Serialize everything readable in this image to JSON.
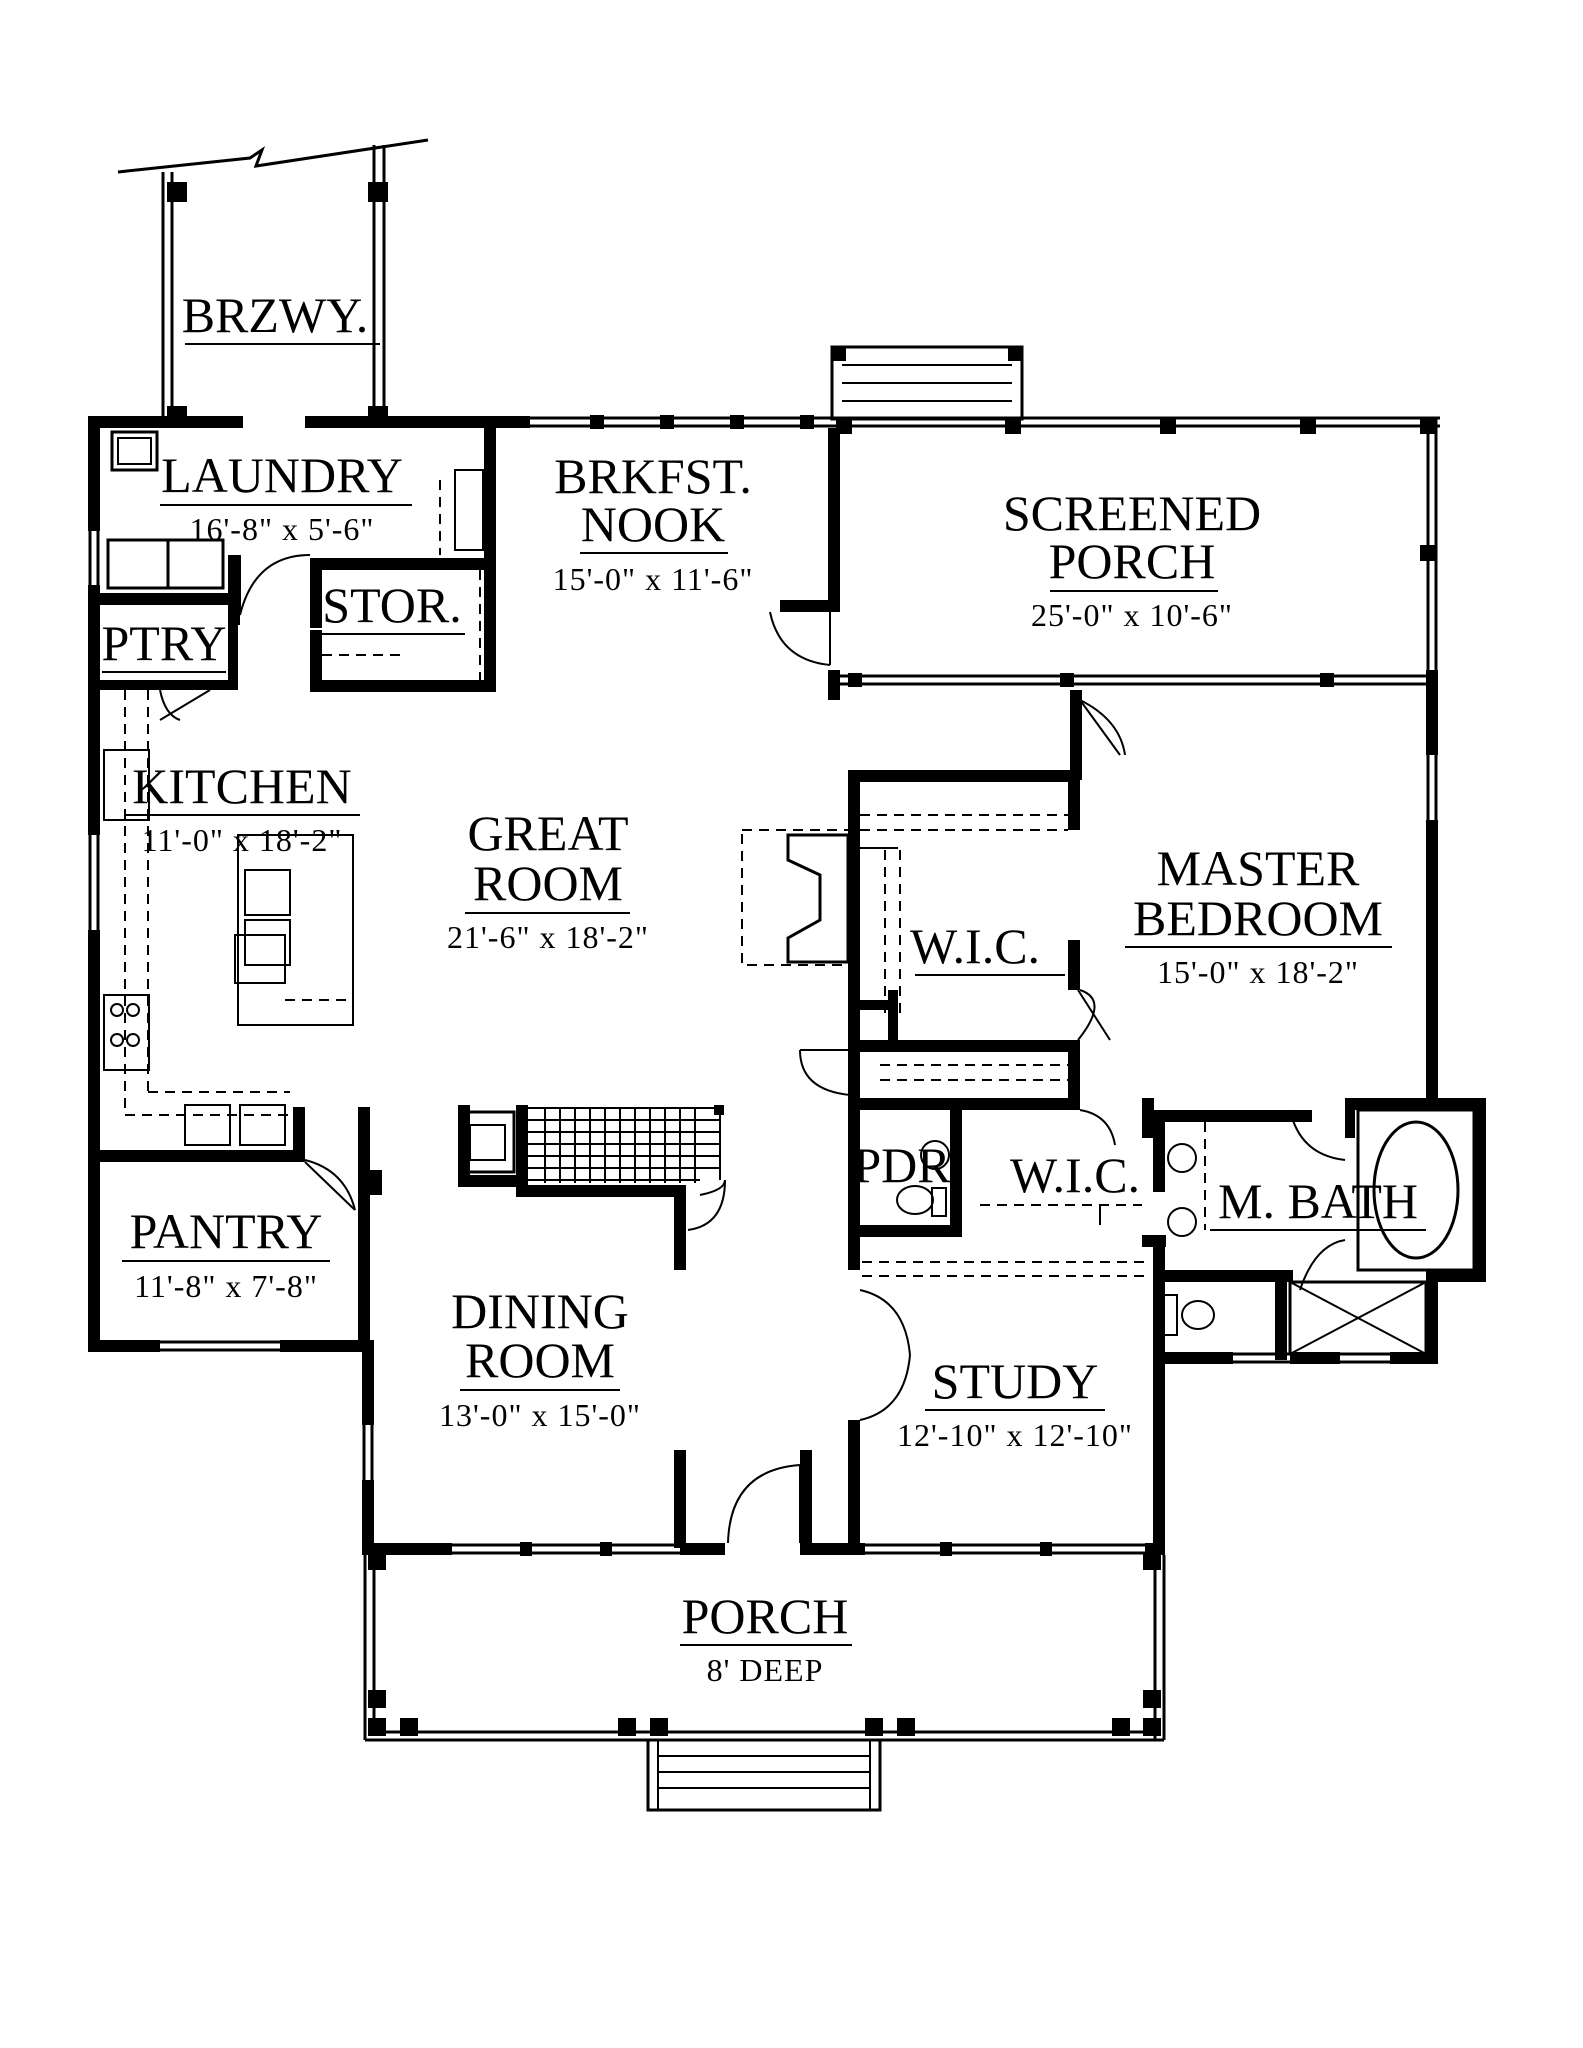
{
  "plan": {
    "rooms": {
      "breezeway": {
        "name": "BRZWY."
      },
      "laundry": {
        "name": "LAUNDRY",
        "dims": "16'-8\" x 5'-6\""
      },
      "storage": {
        "name": "STOR."
      },
      "butler_pantry": {
        "name": "PTRY"
      },
      "breakfast_nook": {
        "name_line1": "BRKFST.",
        "name_line2": "NOOK",
        "dims": "15'-0\" x 11'-6\""
      },
      "screened_porch": {
        "name_line1": "SCREENED",
        "name_line2": "PORCH",
        "dims": "25'-0\" x 10'-6\""
      },
      "kitchen": {
        "name": "KITCHEN",
        "dims": "11'-0\" x 18'-2\""
      },
      "great_room": {
        "name_line1": "GREAT",
        "name_line2": "ROOM",
        "dims": "21'-6\" x 18'-2\""
      },
      "master_wic": {
        "name": "W.I.C."
      },
      "master_bedroom": {
        "name_line1": "MASTER",
        "name_line2": "BEDROOM",
        "dims": "15'-0\" x 18'-2\""
      },
      "powder": {
        "name": "PDR"
      },
      "wic_2": {
        "name": "W.I.C."
      },
      "master_bath": {
        "name": "M. BATH"
      },
      "pantry": {
        "name": "PANTRY",
        "dims": "11'-8\" x 7'-8\""
      },
      "dining_room": {
        "name_line1": "DINING",
        "name_line2": "ROOM",
        "dims": "13'-0\" x 15'-0\""
      },
      "study": {
        "name": "STUDY",
        "dims": "12'-10\" x 12'-10\""
      },
      "porch": {
        "name": "PORCH",
        "dims": "8' DEEP"
      }
    }
  }
}
